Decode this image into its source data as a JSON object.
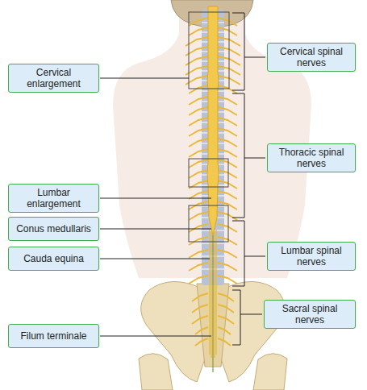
{
  "diagram": {
    "nodes": [
      {
        "text": [
          "Cervical spinal nerves"
        ]
      },
      {
        "text": [
          "Cervical enlargement"
        ]
      },
      {
        "text": [
          "Thoracic spinal nerves"
        ]
      },
      {
        "text": [
          "Lumbar enlargement"
        ]
      },
      {
        "text": [
          "Conus medullaris"
        ]
      },
      {
        "text": [
          "Cauda equina"
        ]
      },
      {
        "text": [
          "Lumbar spinal nerves"
        ]
      },
      {
        "text": [
          "Sacral spinal nerves"
        ]
      },
      {
        "text": [
          "Filum terminale"
        ]
      }
    ]
  }
}
